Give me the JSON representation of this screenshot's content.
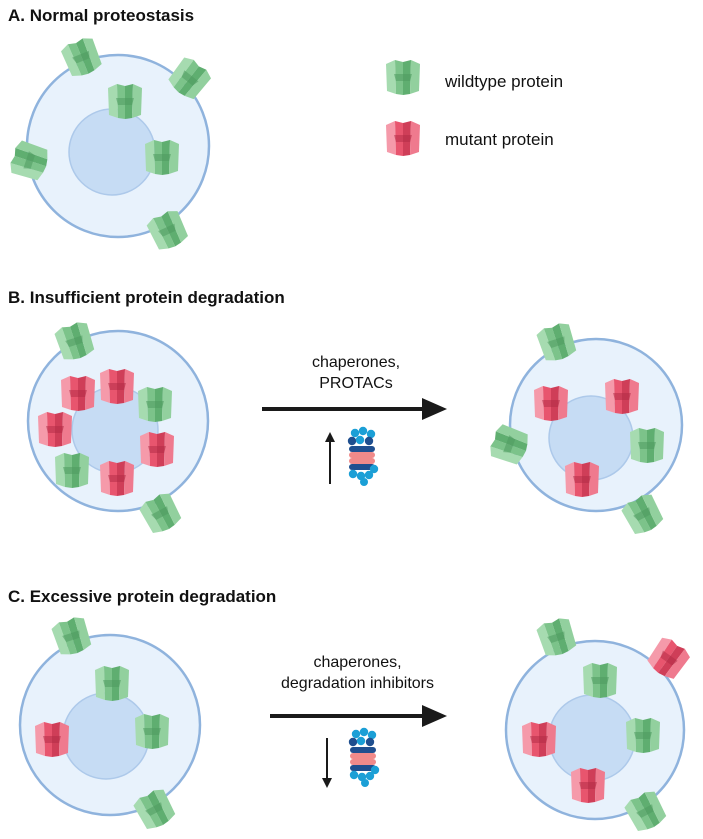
{
  "panels": {
    "a": {
      "title": "A. Normal proteostasis"
    },
    "b": {
      "title": "B. Insufficient protein degradation",
      "arrow_label_1": "chaperones,",
      "arrow_label_2": "PROTACs",
      "regulator_direction": "up"
    },
    "c": {
      "title": "C. Excessive protein degradation",
      "arrow_label_1": "chaperones,",
      "arrow_label_2": "degradation inhibitors",
      "regulator_direction": "down"
    }
  },
  "legend": {
    "wildtype": {
      "label": "wildtype protein",
      "color": "#7cc38a",
      "icon": "wildtype-protein-icon"
    },
    "mutant": {
      "label": "mutant protein",
      "color": "#e8556e",
      "icon": "mutant-protein-icon"
    }
  },
  "colors": {
    "cell_fill": "#e8f2fc",
    "cell_stroke": "#8fb3dd",
    "nucleus_fill": "#c6dcf4",
    "arrow": "#1a1a1a",
    "proteasome_blue": "#1b9fd6",
    "proteasome_navy": "#1f4f8f",
    "proteasome_pink": "#f08a8a"
  }
}
